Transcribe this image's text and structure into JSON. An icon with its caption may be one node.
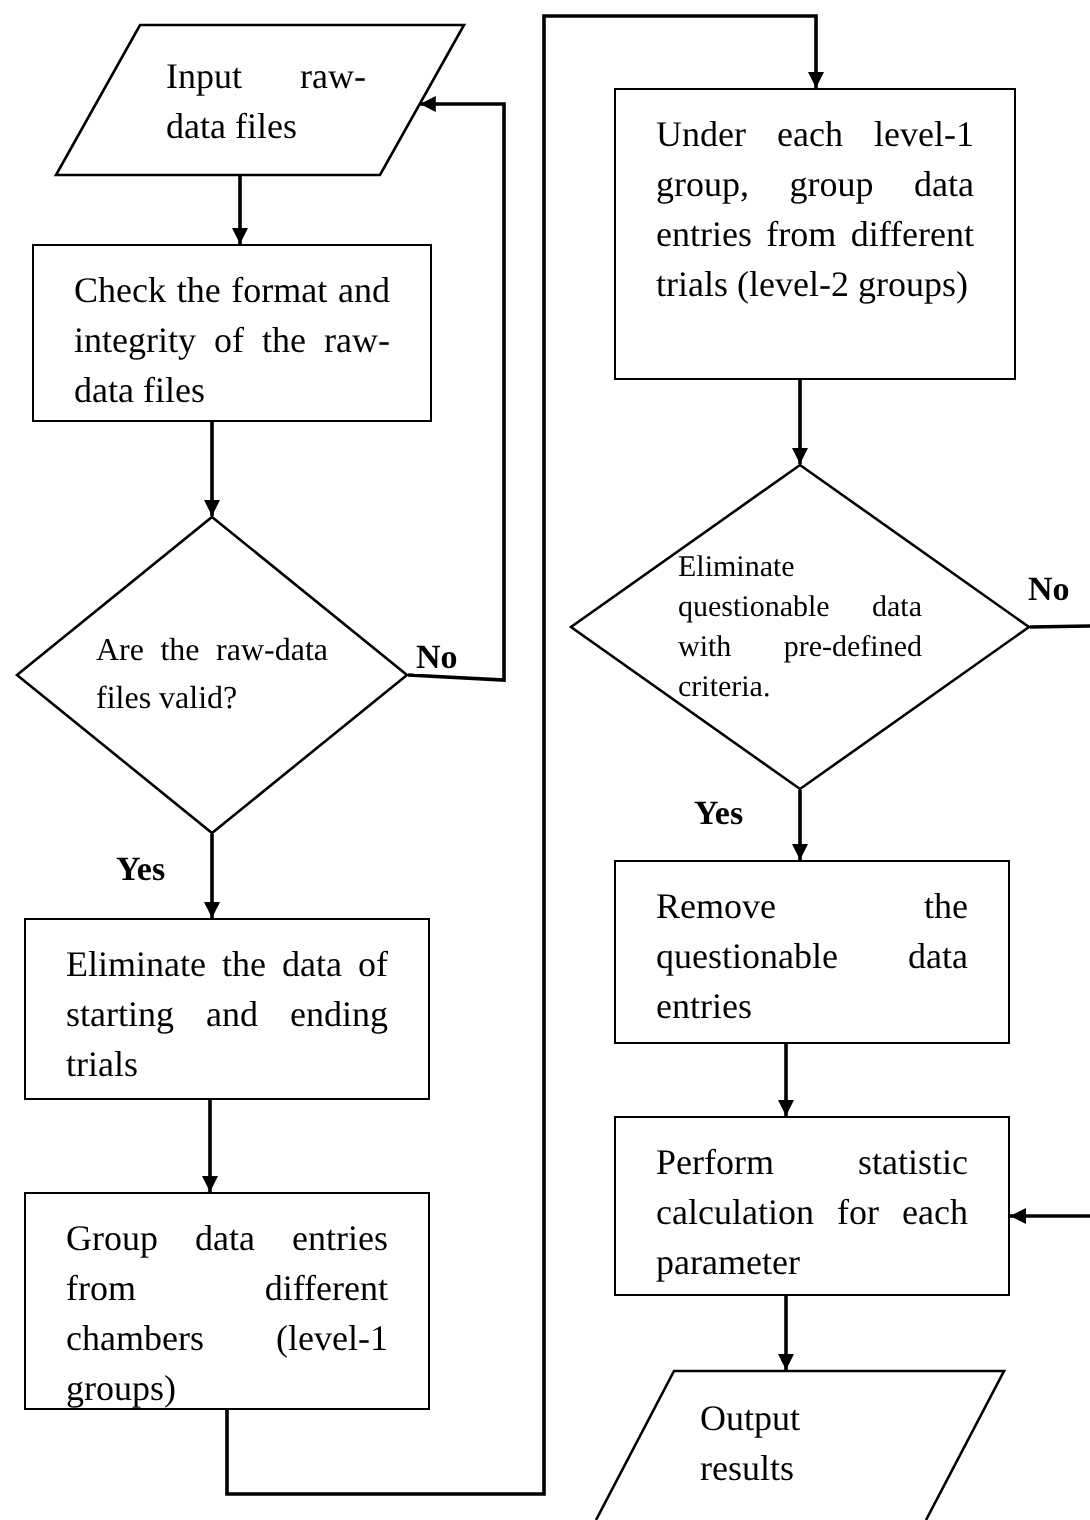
{
  "diagram": {
    "nodes": [
      {
        "text": [
          "Input raw-data files"
        ]
      },
      {
        "text": [
          "Check the format and integrity of the raw-data files"
        ]
      },
      {
        "text": [
          "Are the raw-data files valid?"
        ]
      },
      {
        "text": [
          "Eliminate the data of starting and ending trials"
        ]
      },
      {
        "text": [
          "Group data entries from different chambers (level-1 groups)"
        ]
      },
      {
        "text": [
          "Under each level-1 group, group data entries from different trials (level-2 groups)"
        ]
      },
      {
        "text": [
          "Eliminate questionable data with pre-defined criteria."
        ]
      },
      {
        "text": [
          "Remove the questionable data entries"
        ]
      },
      {
        "text": [
          "Perform statistic calculation for each parameter"
        ]
      },
      {
        "text": [
          "Output results"
        ]
      }
    ],
    "edges": [
      {
        "from": 0,
        "to": 1,
        "arrow": "to"
      },
      {
        "from": 1,
        "to": 2,
        "arrow": "to"
      },
      {
        "from": 2,
        "to": 0,
        "arrow": "to",
        "label": "No"
      },
      {
        "from": 2,
        "to": 3,
        "arrow": "to",
        "label": "Yes"
      },
      {
        "from": 3,
        "to": 4,
        "arrow": "to"
      },
      {
        "from": 4,
        "to": 5,
        "arrow": "to"
      },
      {
        "from": 5,
        "to": 6,
        "arrow": "to"
      },
      {
        "from": 6,
        "to": null,
        "arrow": "none",
        "label": "No"
      },
      {
        "from": 6,
        "to": 7,
        "arrow": "to",
        "label": "Yes"
      },
      {
        "from": 7,
        "to": 8,
        "arrow": "to"
      },
      {
        "from": null,
        "to": 8,
        "arrow": "to"
      },
      {
        "from": 8,
        "to": 9,
        "arrow": "to"
      }
    ]
  }
}
